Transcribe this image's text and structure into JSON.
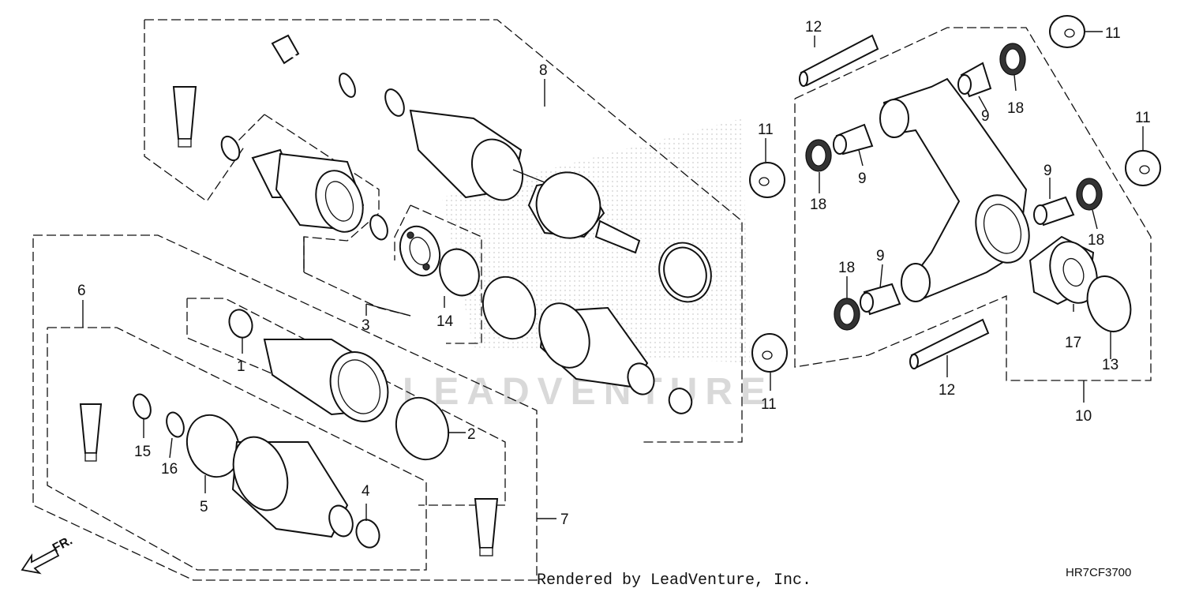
{
  "diagram": {
    "watermark": "LEADVENTURE",
    "footer_credit": "Rendered by LeadVenture, Inc.",
    "diagram_code": "HR7CF3700",
    "direction_label": "FR.",
    "callouts": [
      {
        "id": "c1",
        "label": "1"
      },
      {
        "id": "c2",
        "label": "2"
      },
      {
        "id": "c3",
        "label": "3"
      },
      {
        "id": "c4",
        "label": "4"
      },
      {
        "id": "c5",
        "label": "5"
      },
      {
        "id": "c6",
        "label": "6"
      },
      {
        "id": "c7",
        "label": "7"
      },
      {
        "id": "c8",
        "label": "8"
      },
      {
        "id": "c9a",
        "label": "9"
      },
      {
        "id": "c9b",
        "label": "9"
      },
      {
        "id": "c9c",
        "label": "9"
      },
      {
        "id": "c9d",
        "label": "9"
      },
      {
        "id": "c10",
        "label": "10"
      },
      {
        "id": "c11a",
        "label": "11"
      },
      {
        "id": "c11b",
        "label": "11"
      },
      {
        "id": "c11c",
        "label": "11"
      },
      {
        "id": "c11d",
        "label": "11"
      },
      {
        "id": "c12a",
        "label": "12"
      },
      {
        "id": "c12b",
        "label": "12"
      },
      {
        "id": "c13",
        "label": "13"
      },
      {
        "id": "c14",
        "label": "14"
      },
      {
        "id": "c15",
        "label": "15"
      },
      {
        "id": "c16",
        "label": "16"
      },
      {
        "id": "c17",
        "label": "17"
      },
      {
        "id": "c18a",
        "label": "18"
      },
      {
        "id": "c18b",
        "label": "18"
      },
      {
        "id": "c18c",
        "label": "18"
      },
      {
        "id": "c18d",
        "label": "18"
      }
    ]
  }
}
